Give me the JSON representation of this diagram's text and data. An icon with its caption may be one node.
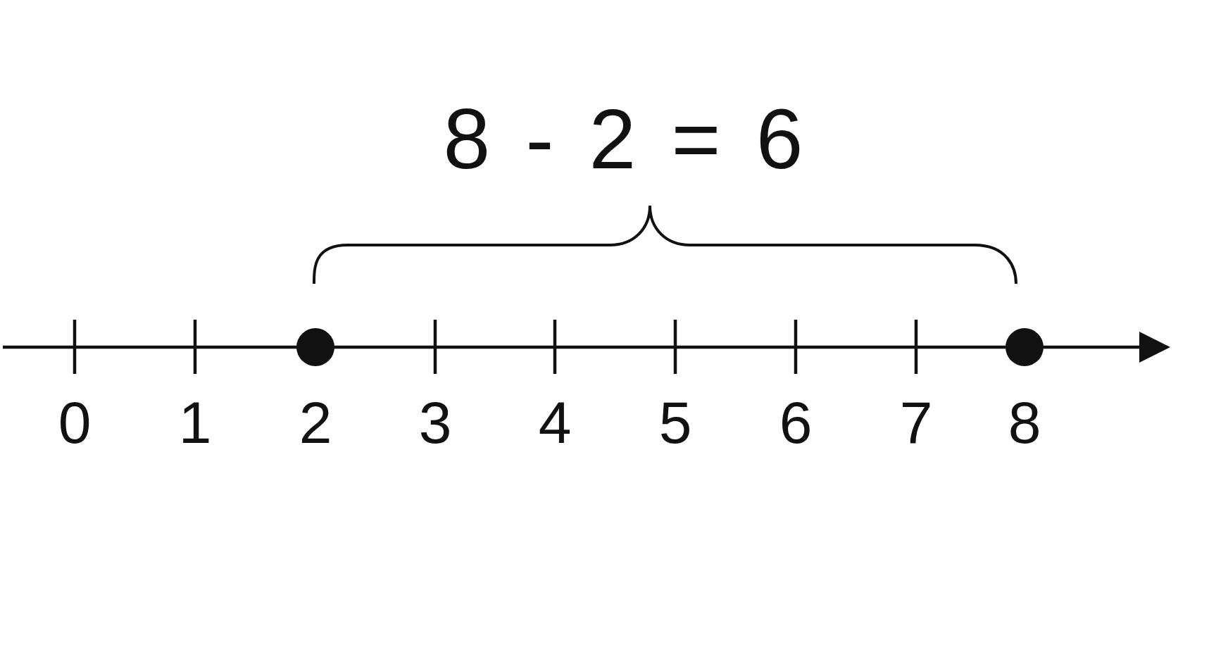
{
  "diagram": {
    "labels": [
      "8 - 2 = 6",
      "0",
      "1",
      "2",
      "3",
      "4",
      "5",
      "6",
      "7",
      "8"
    ]
  }
}
